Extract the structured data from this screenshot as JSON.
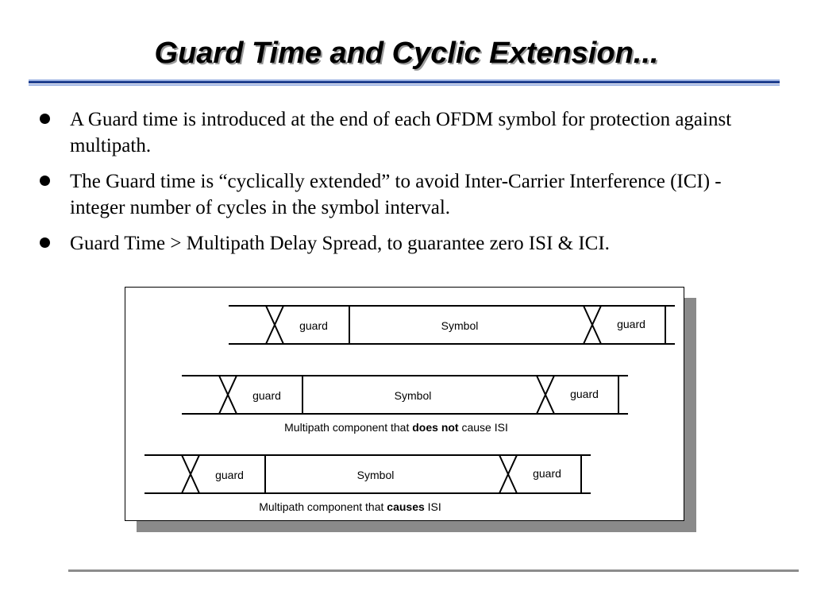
{
  "slide": {
    "title": "Guard Time and Cyclic Extension...",
    "bullets": [
      "A Guard time is introduced at the end of each OFDM symbol for protection against multipath.",
      "The Guard time is “cyclically extended” to avoid Inter-Carrier Interference (ICI) - integer number of cycles in the symbol interval.",
      "Guard Time > Multipath Delay Spread, to guarantee zero ISI & ICI."
    ]
  },
  "diagram": {
    "row1": {
      "guard_left": "guard",
      "symbol": "Symbol",
      "guard_right": "guard"
    },
    "row2": {
      "guard_left": "guard",
      "symbol": "Symbol",
      "guard_right": "guard",
      "caption_pre": "Multipath component that ",
      "caption_bold": "does not",
      "caption_post": " cause ISI"
    },
    "row3": {
      "guard_left": "guard",
      "symbol": "Symbol",
      "guard_right": "guard",
      "caption_pre": "Multipath component that ",
      "caption_bold": "causes",
      "caption_post": " ISI"
    }
  },
  "colors": {
    "title_rule_dark": "#1f3f8f",
    "title_rule_light": "#9db3e3",
    "shadow": "#8a8a8a",
    "footer_rule": "#8c8c8c"
  }
}
